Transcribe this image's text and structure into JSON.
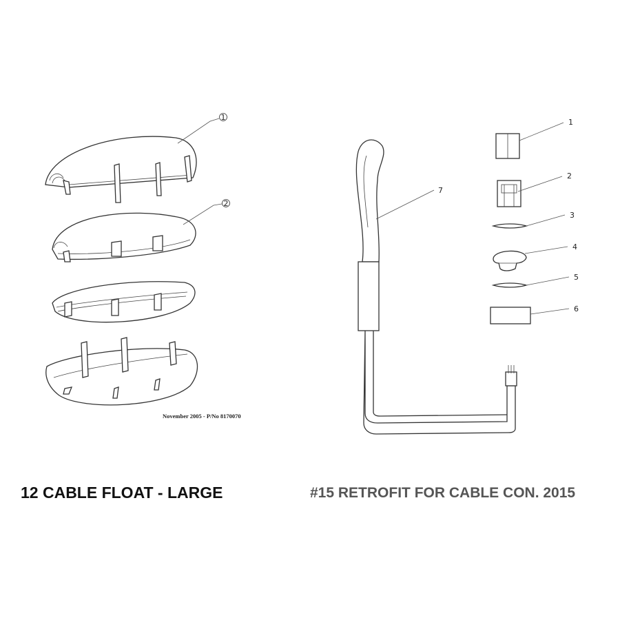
{
  "captions": {
    "left": "12  CABLE FLOAT - LARGE",
    "right": "#15 RETROFIT FOR CABLE CON. 2015"
  },
  "left_diagram": {
    "note": "November 2005 - P/No 8170070",
    "callouts": [
      "1",
      "2"
    ]
  },
  "right_diagram": {
    "callouts": [
      "1",
      "2",
      "3",
      "4",
      "5",
      "6",
      "7"
    ]
  },
  "colors": {
    "line": "#333333",
    "left_caption": "#111111",
    "right_caption": "#555555"
  }
}
